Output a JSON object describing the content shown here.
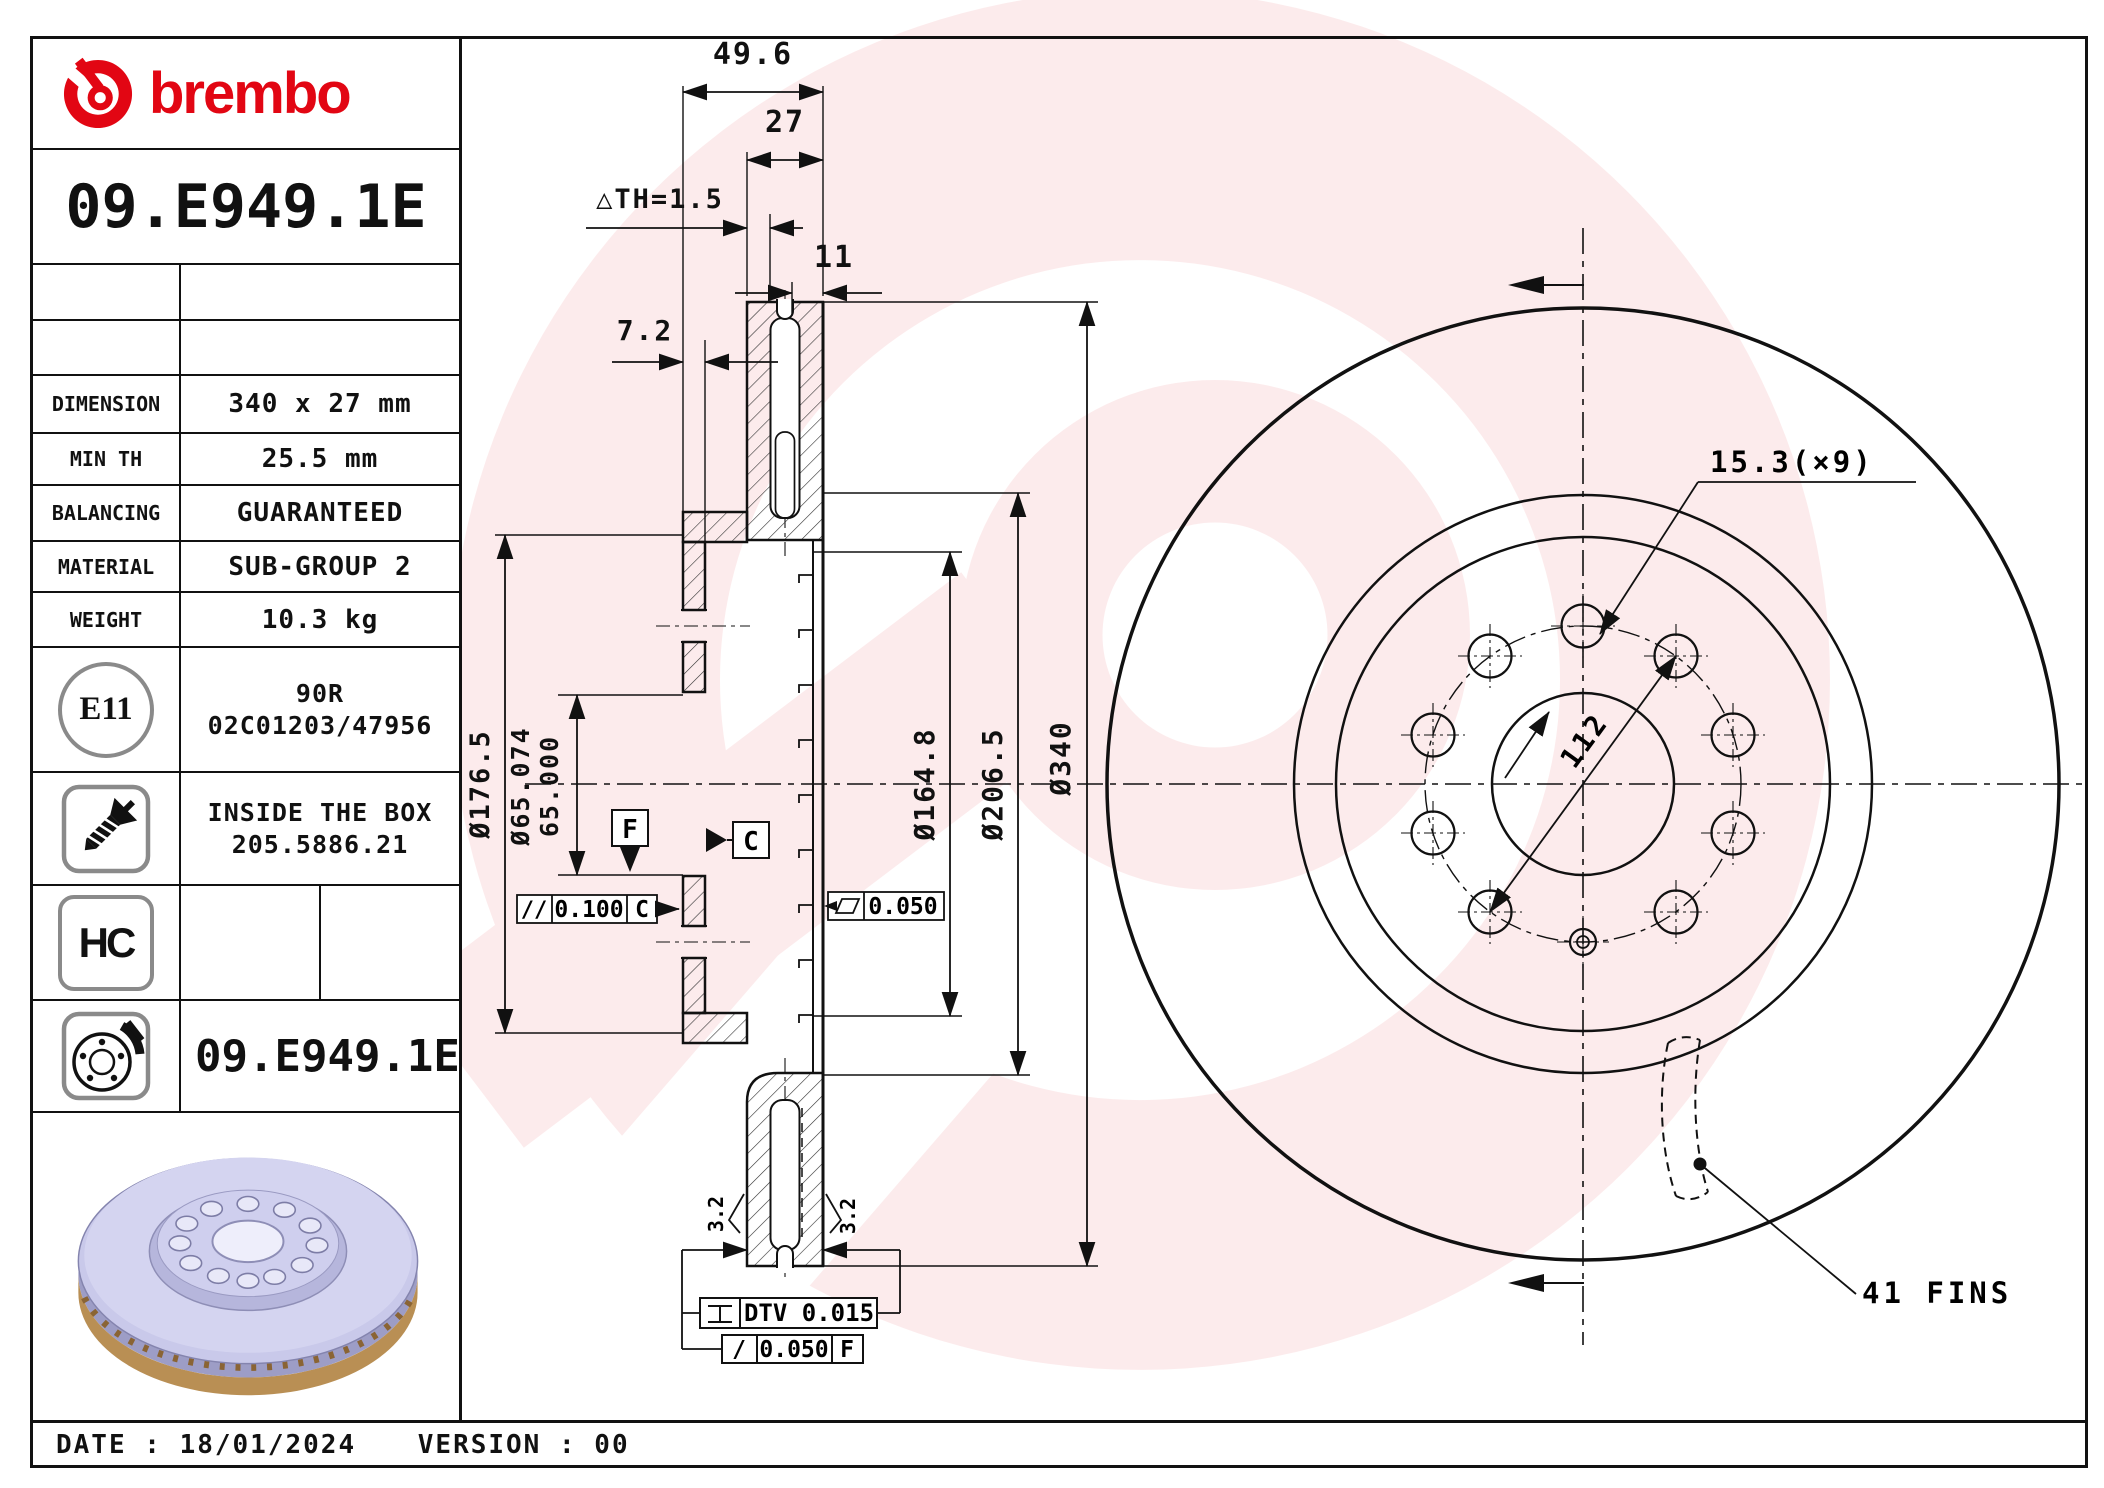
{
  "brand": {
    "wordmark": "brembo"
  },
  "title_block": {
    "part_number": "09.E949.1E",
    "rows": [
      {
        "label": "DIMENSION",
        "value": "340 x 27 mm"
      },
      {
        "label": "MIN TH",
        "value": "25.5 mm"
      },
      {
        "label": "BALANCING",
        "value": "GUARANTEED"
      },
      {
        "label": "MATERIAL",
        "value": "SUB-GROUP 2"
      },
      {
        "label": "WEIGHT",
        "value": "10.3 kg"
      }
    ],
    "approval": {
      "badge": "E11",
      "line1": "90R",
      "line2": "02C01203/47956"
    },
    "inside_box": {
      "line1": "INSIDE THE BOX",
      "line2": "205.5886.21"
    },
    "hc_badge": "HC",
    "part_number_repeat": "09.E949.1E"
  },
  "footer": {
    "date": "DATE : 18/01/2024",
    "version": "VERSION : 00"
  },
  "section_view": {
    "dim_width_total": "49.6",
    "dim_width_disc": "27",
    "dim_wear": "△TH=1.5",
    "dim_plate": "11",
    "dim_hat": "7.2",
    "dia_hat": "Ø176.5",
    "dia_bore_max": "Ø65.074",
    "dia_bore_min": "65.000",
    "dia_inner": "Ø164.8",
    "dia_band": "Ø206.5",
    "dia_outer": "Ø340",
    "datum_f": "F",
    "datum_c": "C",
    "parallelism_sym": "//",
    "parallelism_val": "0.100",
    "parallelism_ref": "C",
    "flatness_val": "0.050",
    "dtv_label": "DTV 0.015",
    "runout_sym": "/",
    "runout_val": "0.050",
    "runout_ref": "F",
    "roughness_left": "3.2",
    "roughness_right": "3.2"
  },
  "face_view": {
    "holes_label": "15.3(×9)",
    "pcd_label": "112",
    "fins_label": "41 FINS"
  },
  "colors": {
    "brand_red": "#e20613",
    "line": "#111111"
  }
}
